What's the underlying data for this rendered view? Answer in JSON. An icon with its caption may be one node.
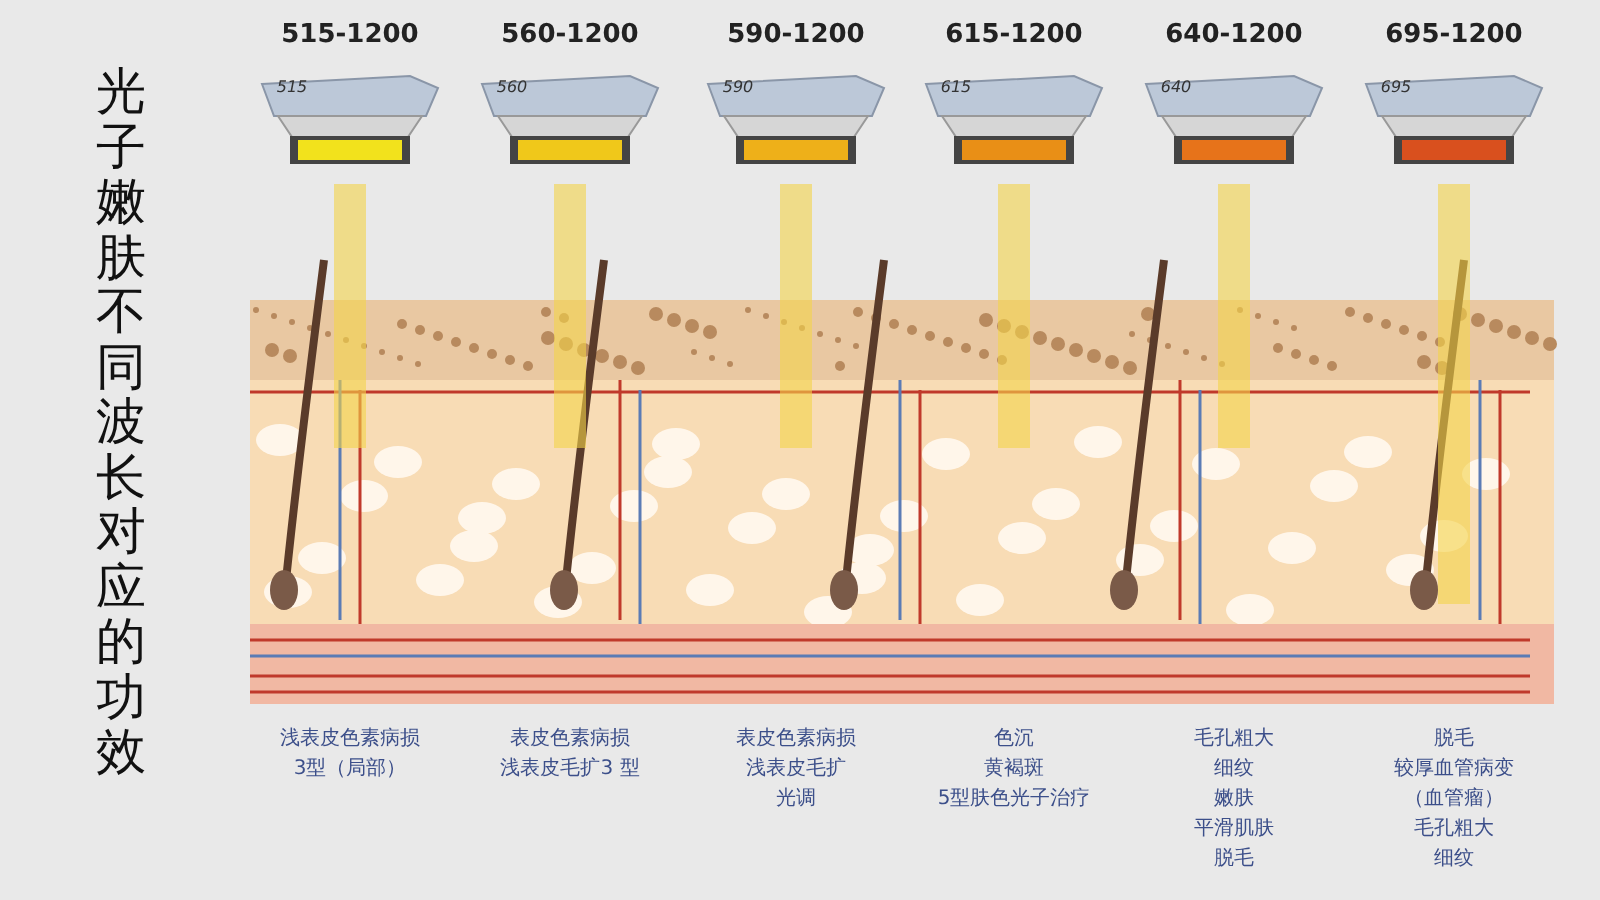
{
  "diagram": {
    "title": "光子嫩肤不同波长对应的功效",
    "labels": [
      "515-1200",
      "560-1200",
      "590-1200",
      "615-1200",
      "640-1200",
      "695-1200",
      "515",
      "560",
      "590",
      "615",
      "640",
      "695",
      "浅表皮色素病损",
      "3型（局部）",
      "表皮色素病损",
      "浅表皮毛扩3 型",
      "表皮色素病损",
      "浅表皮毛扩",
      "光调",
      "色沉",
      "黄褐斑",
      "5型肤色光子治疗",
      "毛孔粗大",
      "细纹",
      "嫩肤",
      "平滑肌肤",
      "脱毛",
      "脱毛",
      "较厚血管病变",
      "（血管瘤）",
      "毛孔粗大",
      "细纹"
    ]
  }
}
